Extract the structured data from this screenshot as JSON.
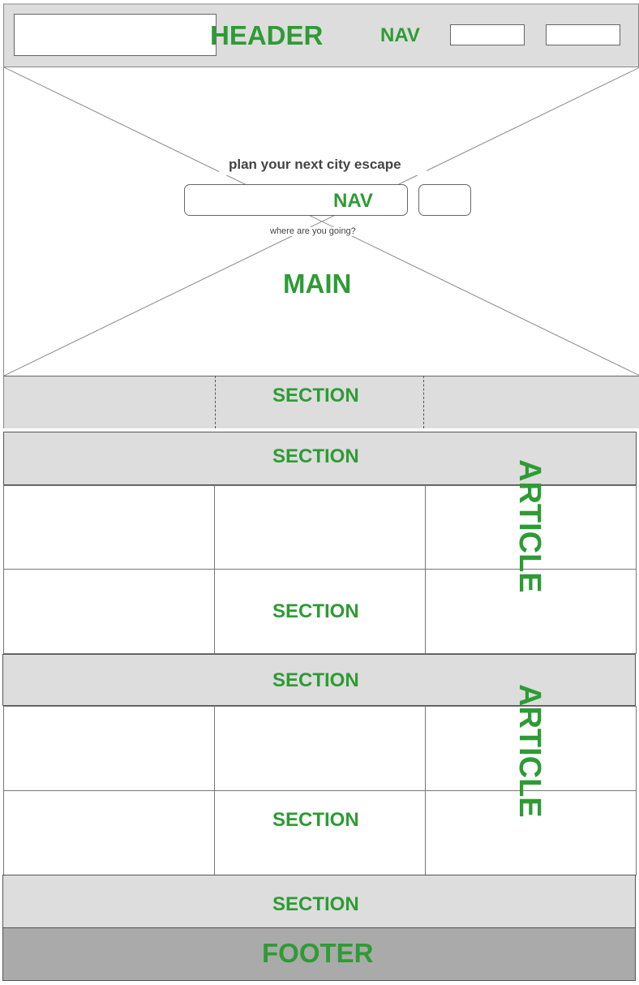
{
  "header": {
    "label": "HEADER",
    "nav_label": "NAV"
  },
  "main": {
    "tagline": "plan your next city escape",
    "search_nav_label": "NAV",
    "helper_text": "where are you going?",
    "label": "MAIN"
  },
  "sections": {
    "s1": "SECTION",
    "s2": "SECTION",
    "s3": "SECTION",
    "s4": "SECTION",
    "s5": "SECTION",
    "s6": "SECTION"
  },
  "articles": {
    "a1": "ARTICLE",
    "a2": "ARTICLE"
  },
  "footer": {
    "label": "FOOTER"
  },
  "colors": {
    "label_green": "#2e9b34",
    "block_gray": "#dddddd",
    "footer_gray": "#aaaaaa"
  }
}
